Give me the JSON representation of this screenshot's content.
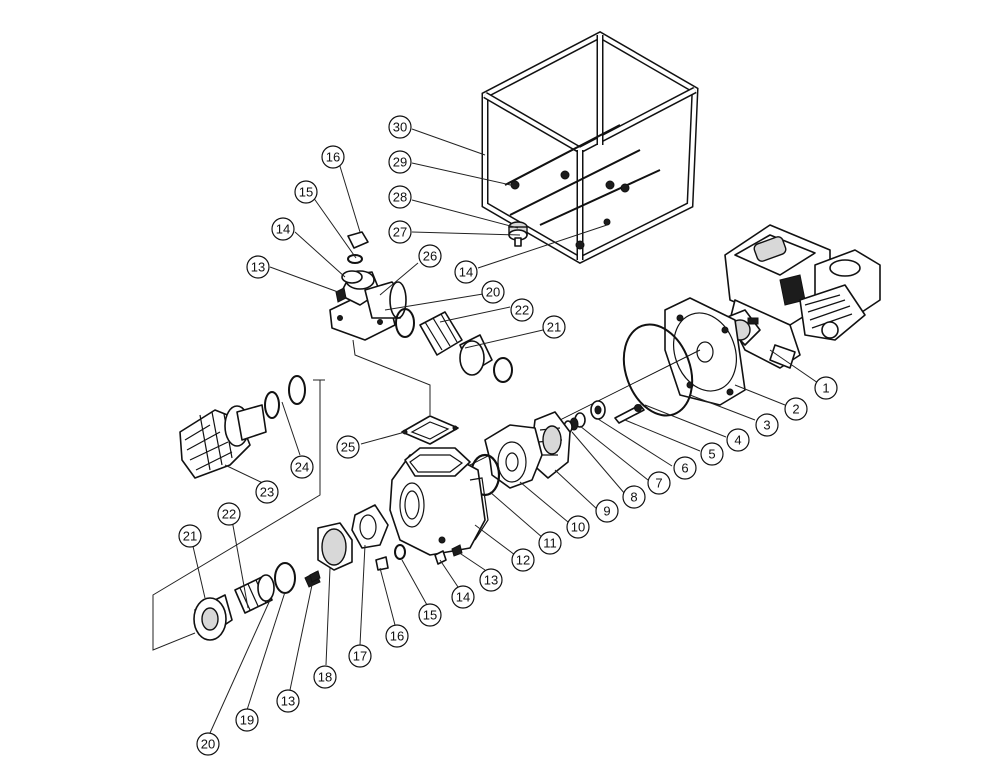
{
  "diagram": {
    "type": "exploded-parts-view",
    "callouts": [
      "1",
      "2",
      "3",
      "4",
      "5",
      "6",
      "7",
      "8",
      "9",
      "10",
      "11",
      "12",
      "13",
      "14",
      "15",
      "16",
      "17",
      "18",
      "19",
      "20",
      "21",
      "22",
      "23",
      "24",
      "25",
      "26",
      "27",
      "28",
      "29",
      "30",
      "14",
      "13",
      "20",
      "21",
      "22",
      "13",
      "14",
      "15",
      "16"
    ]
  }
}
